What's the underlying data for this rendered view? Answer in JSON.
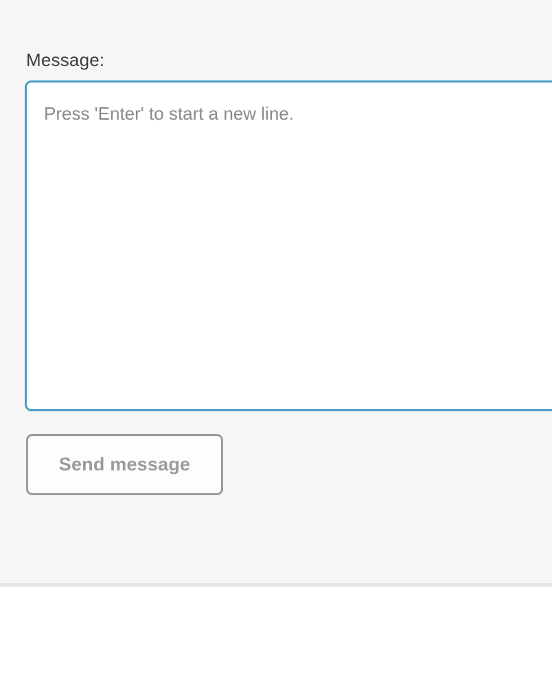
{
  "form": {
    "label": "Message:",
    "textarea": {
      "placeholder": "Press 'Enter' to start a new line.",
      "value": ""
    },
    "send_button_label": "Send message"
  },
  "colors": {
    "panel_bg": "#f6f6f6",
    "textarea_border_focus": "#4a9cc8",
    "textarea_bg": "#ffffff",
    "placeholder_text": "#8a8a8a",
    "label_text": "#3e3e3e",
    "button_bg": "#fdfdfd",
    "button_border": "#9b9b9b",
    "button_text": "#9b9b9b",
    "divider": "#e4e4e4",
    "page_bg": "#ffffff"
  }
}
